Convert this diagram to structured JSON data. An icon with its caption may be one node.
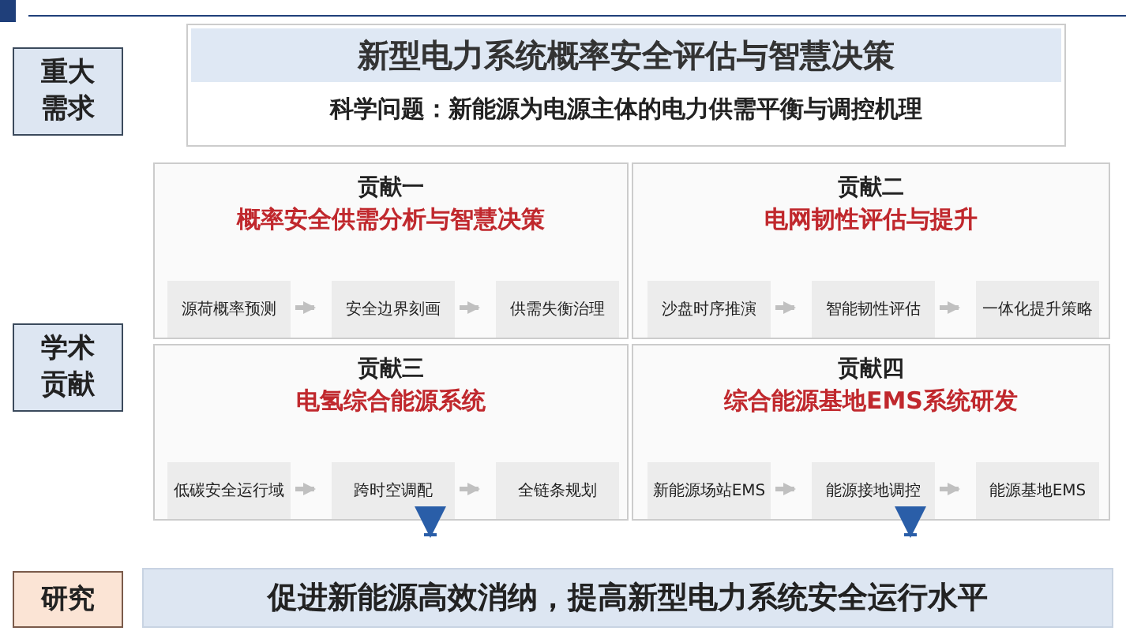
{
  "diagram": {
    "nodes": [
      {
        "text": [
          "重大需求"
        ]
      },
      {
        "text": [
          "新型电力系统概率安全评估与智慧决策",
          "科学问题：新能源为电源主体的电力供需平衡与调控机理"
        ]
      },
      {
        "text": [
          "学术贡献"
        ]
      },
      {
        "text": [
          "贡献一",
          "概率安全供需分析与智慧决策"
        ]
      },
      {
        "text": [
          "源荷概率预测"
        ],
        "in": 3
      },
      {
        "text": [
          "安全边界刻画"
        ],
        "in": 3
      },
      {
        "text": [
          "供需失衡治理"
        ],
        "in": 3
      },
      {
        "text": [
          "贡献二",
          "电网韧性评估与提升"
        ]
      },
      {
        "text": [
          "沙盘时序推演"
        ],
        "in": 7
      },
      {
        "text": [
          "智能韧性评估"
        ],
        "in": 7
      },
      {
        "text": [
          "一体化提升策略"
        ],
        "in": 7
      },
      {
        "text": [
          "贡献三",
          "电氢综合能源系统"
        ]
      },
      {
        "text": [
          "低碳安全运行域"
        ],
        "in": 11
      },
      {
        "text": [
          "跨时空调配"
        ],
        "in": 11
      },
      {
        "text": [
          "全链条规划"
        ],
        "in": 11
      },
      {
        "text": [
          "贡献四",
          "综合能源基地EMS系统研发"
        ]
      },
      {
        "text": [
          "新能源场站EMS"
        ],
        "in": 15
      },
      {
        "text": [
          "能源接地调控"
        ],
        "in": 15
      },
      {
        "text": [
          "能源基地EMS"
        ],
        "in": 15
      },
      {
        "text": [
          "研究"
        ]
      },
      {
        "text": [
          "促进新能源高效消纳，提高新型电力系统安全运行水平"
        ]
      }
    ],
    "edges": [
      {
        "from": 4,
        "to": 5,
        "arrow": "to"
      },
      {
        "from": 5,
        "to": 6,
        "arrow": "to"
      },
      {
        "from": 8,
        "to": 9,
        "arrow": "to"
      },
      {
        "from": 9,
        "to": 10,
        "arrow": "to"
      },
      {
        "from": 12,
        "to": 13,
        "arrow": "to"
      },
      {
        "from": 13,
        "to": 14,
        "arrow": "to"
      },
      {
        "from": 16,
        "to": 17,
        "arrow": "to"
      },
      {
        "from": 17,
        "to": 18,
        "arrow": "to"
      },
      {
        "from": 11,
        "to": 20,
        "arrow": "to",
        "style": "thick",
        "color": "#2a5ea8"
      },
      {
        "from": 15,
        "to": 20,
        "arrow": "to",
        "style": "thick",
        "color": "#2a5ea8"
      }
    ]
  }
}
